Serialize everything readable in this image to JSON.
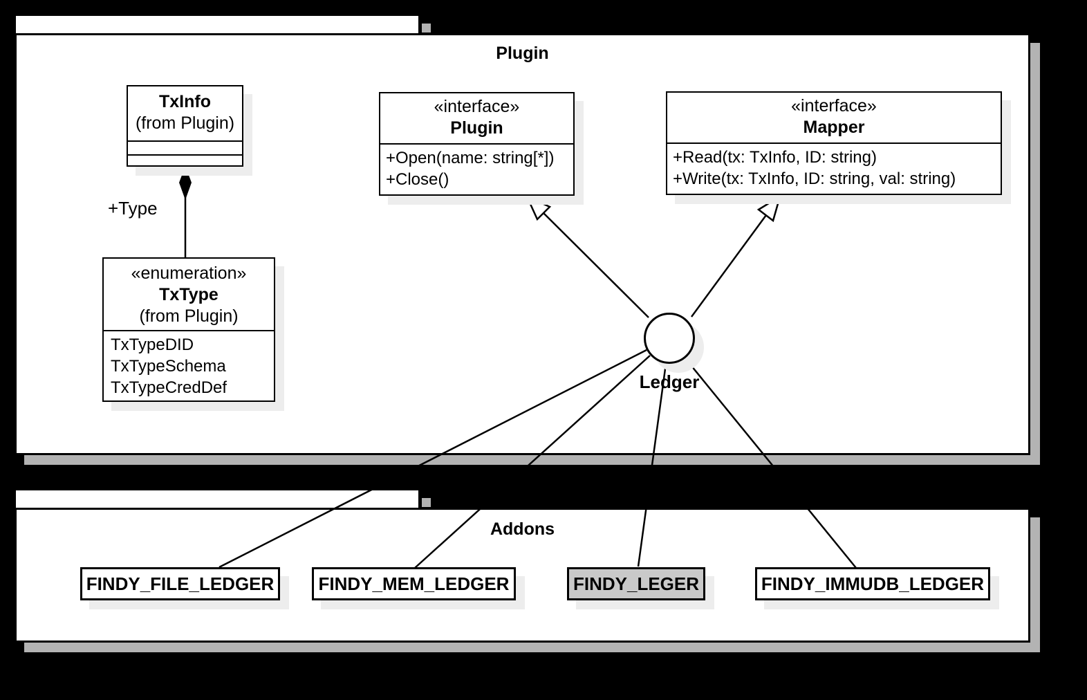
{
  "colors": {
    "background": "#000000",
    "fill": "#ffffff",
    "pkg_shadow": "#b3b3b3",
    "box_shadow": "#ededed",
    "highlight": "#c9c9c9",
    "line": "#000000"
  },
  "packages": {
    "plugin": {
      "title": "Plugin"
    },
    "addons": {
      "title": "Addons"
    }
  },
  "classes": {
    "txinfo": {
      "name": "TxInfo",
      "from": "(from Plugin)"
    },
    "plugin_if": {
      "stereotype": "«interface»",
      "name": "Plugin",
      "methods": [
        "+Open(name: string[*])",
        "+Close()"
      ]
    },
    "mapper_if": {
      "stereotype": "«interface»",
      "name": "Mapper",
      "methods": [
        "+Read(tx: TxInfo, ID: string)",
        "+Write(tx: TxInfo, ID: string, val: string)"
      ]
    },
    "txtype": {
      "stereotype": "«enumeration»",
      "name": "TxType",
      "from": "(from Plugin)",
      "values": [
        "TxTypeDID",
        "TxTypeSchema",
        "TxTypeCredDef"
      ]
    }
  },
  "relations": {
    "composition_label": "+Type",
    "ledger_label": "Ledger"
  },
  "addon_nodes": [
    {
      "label": "FINDY_FILE_LEDGER",
      "highlighted": false
    },
    {
      "label": "FINDY_MEM_LEDGER",
      "highlighted": false
    },
    {
      "label": "FINDY_LEGER",
      "highlighted": true
    },
    {
      "label": "FINDY_IMMUDB_LEDGER",
      "highlighted": false
    }
  ]
}
